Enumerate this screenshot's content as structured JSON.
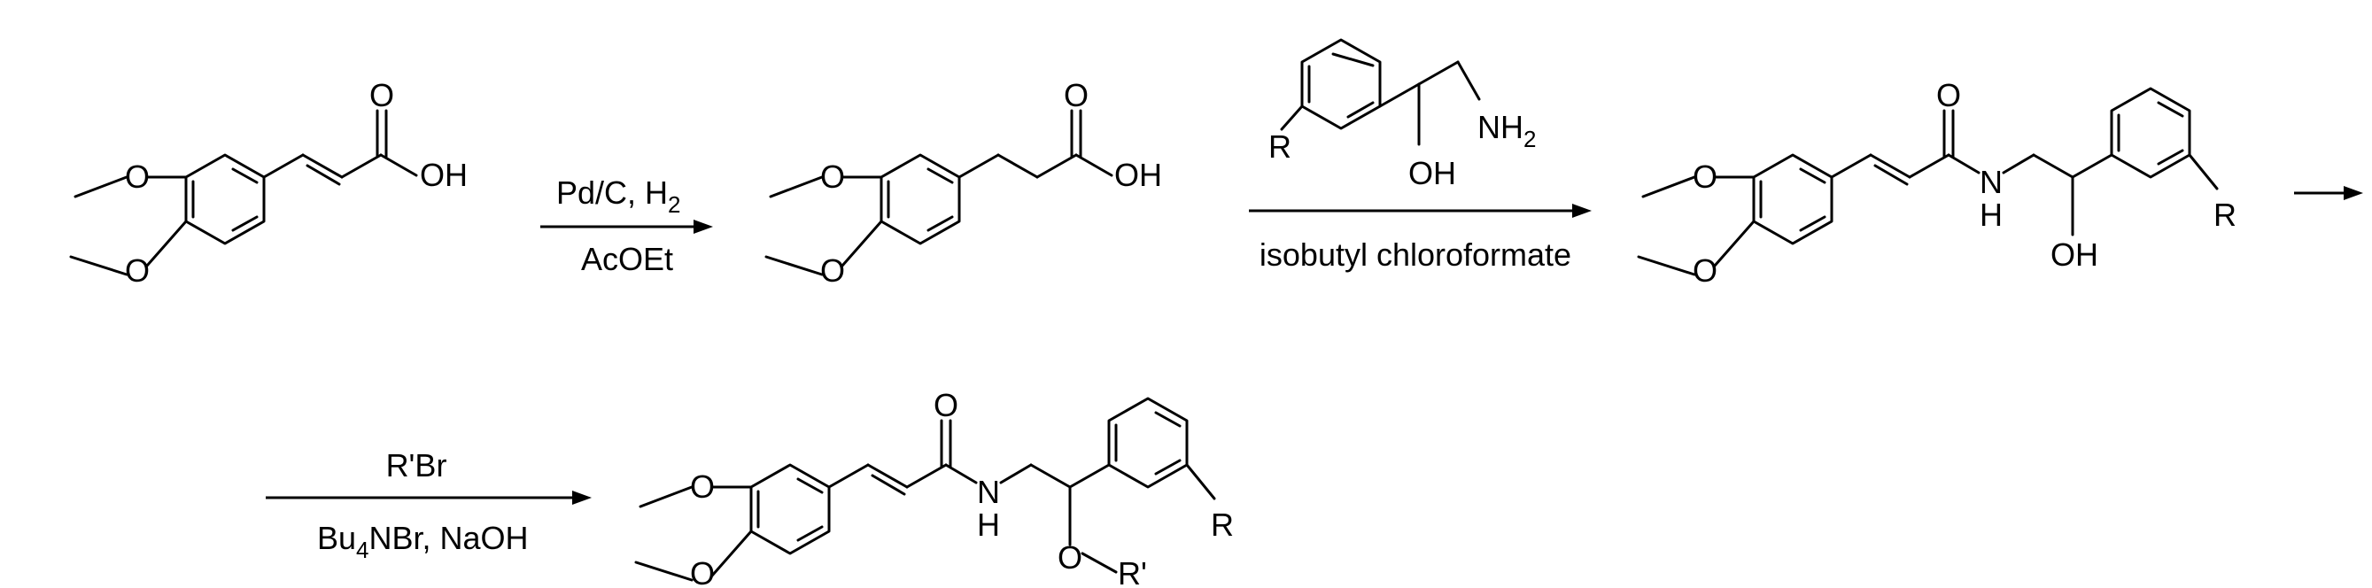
{
  "atoms": {
    "O": "O",
    "OH": "OH",
    "NH2_main": "NH",
    "NH2_sub": "2",
    "N": "N",
    "H": "H",
    "R": "R",
    "R_prime": "R'"
  },
  "reagents": {
    "step1_top_main": "Pd/C, H",
    "step1_top_sub": "2",
    "step1_bottom": "AcOEt",
    "step2_bottom": "isobutyl chloroformate",
    "step3_top": "R'Br",
    "step3_bottom_a": "Bu",
    "step3_bottom_sub": "4",
    "step3_bottom_b": "NBr, NaOH"
  }
}
